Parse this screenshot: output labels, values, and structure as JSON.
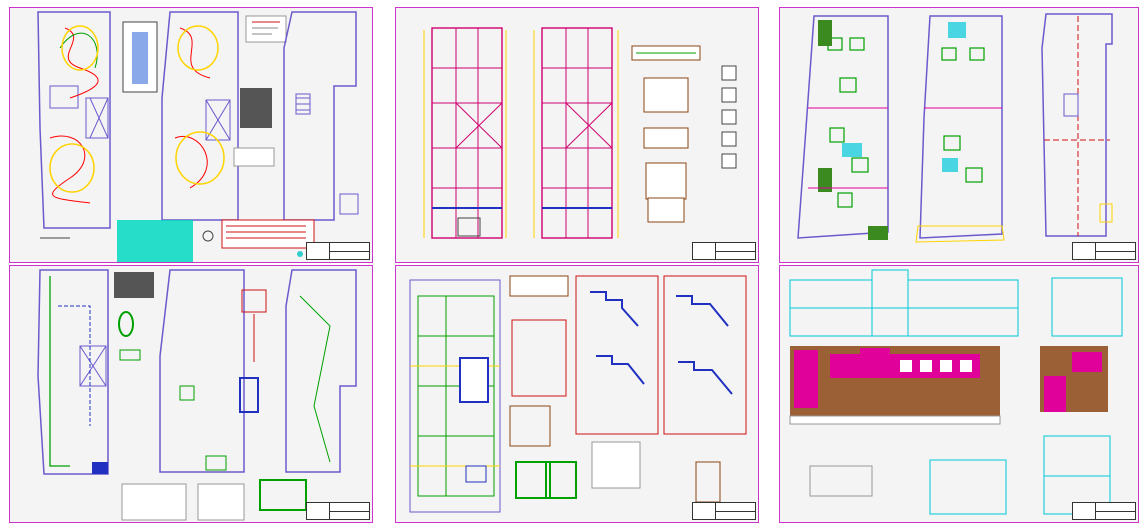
{
  "sheets": [
    {
      "id": "installations-plan-sheet",
      "kind": "electrical/sanitary plans"
    },
    {
      "id": "structural-plan-sheet",
      "kind": "structural framing plans and details"
    },
    {
      "id": "architecture-plan-sheet",
      "kind": "architectural floor plans"
    },
    {
      "id": "water-drainage-sheet",
      "kind": "plumbing plans"
    },
    {
      "id": "foundation-stair-sheet",
      "kind": "foundation plan and stair details"
    },
    {
      "id": "elevation-section-sheet",
      "kind": "elevations and sections"
    }
  ],
  "colors": {
    "background": "#ffffff",
    "sheet_fill": "#f4f4f4",
    "sheet_border": "#cc33cc",
    "wall": "#6a5acd",
    "wiring": "#ff0000",
    "structure": "#d0006f",
    "grid": "#ffd400",
    "fixtures": "#00a000",
    "cyan": "#00c8d8",
    "facade": "#e0009a",
    "brown": "#8b4513"
  }
}
